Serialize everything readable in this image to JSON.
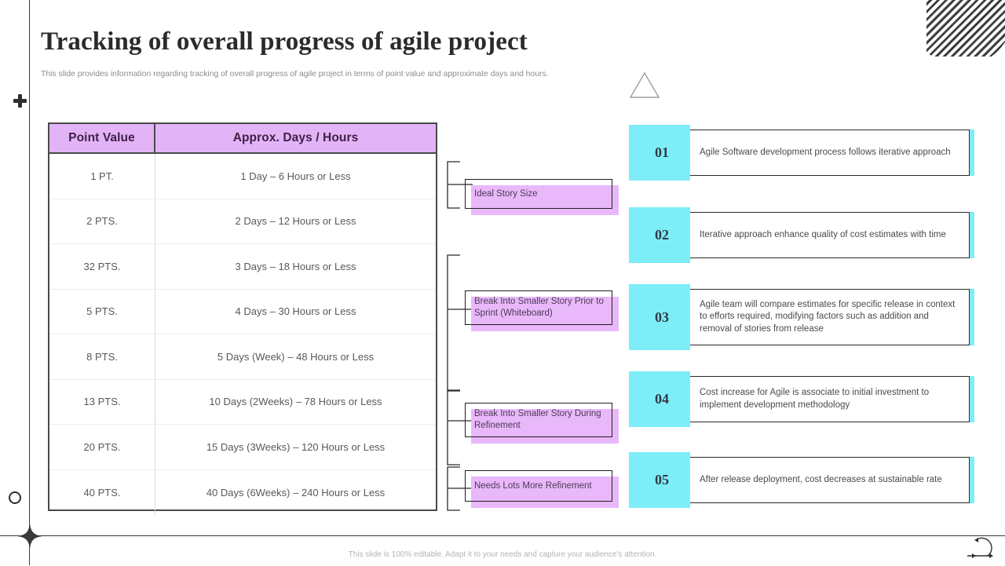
{
  "header": {
    "title": "Tracking of overall progress of agile project",
    "subtitle": "This slide provides information regarding tracking of overall progress of agile project in terms of point value and approximate days and hours."
  },
  "footer": {
    "note": "This slide is 100% editable. Adapt it to your needs and capture your audience's attention."
  },
  "colors": {
    "purple_header": "#e3b3f7",
    "purple_box": "#e9b8fb",
    "cyan": "#7deef7",
    "border_dark": "#4a4a4a",
    "text_body": "#595959"
  },
  "table": {
    "columns": [
      "Point Value",
      "Approx. Days / Hours"
    ],
    "rows": [
      {
        "point": "1 PT.",
        "duration": "1 Day – 6 Hours or Less"
      },
      {
        "point": "2 PTS.",
        "duration": "2 Days – 12 Hours or Less"
      },
      {
        "point": "32 PTS.",
        "duration": "3 Days – 18 Hours or Less"
      },
      {
        "point": "5 PTS.",
        "duration": "4 Days – 30 Hours or Less"
      },
      {
        "point": "8 PTS.",
        "duration": "5 Days (Week) – 48 Hours or Less"
      },
      {
        "point": "13 PTS.",
        "duration": "10 Days (2Weeks)  – 78 Hours or Less"
      },
      {
        "point": "20 PTS.",
        "duration": "15 Days (3Weeks) – 120 Hours or Less"
      },
      {
        "point": "40 PTS.",
        "duration": "40 Days (6Weeks) – 240 Hours or Less"
      }
    ]
  },
  "callouts": [
    {
      "label": "Ideal Story Size"
    },
    {
      "label": "Break Into Smaller Story Prior to Sprint (Whiteboard)"
    },
    {
      "label": "Break Into Smaller Story During Refinement"
    },
    {
      "label": "Needs Lots More Refinement"
    }
  ],
  "panels": [
    {
      "number": "01",
      "text": "Agile Software  development  process follows iterative  approach"
    },
    {
      "number": "02",
      "text": "Iterative  approach  enhance quality of cost estimates with time"
    },
    {
      "number": "03",
      "text": "Agile team will compare  estimates for  specific release in context to efforts required,  modifying  factors such as addition  and removal  of stories from release"
    },
    {
      "number": "04",
      "text": "Cost increase for Agile is associate to initial investment to implement development  methodology"
    },
    {
      "number": "05",
      "text": "After release  deployment,  cost decreases at sustainable rate"
    }
  ],
  "decorations": [
    {
      "name": "plus-icon"
    },
    {
      "name": "circle-icon"
    },
    {
      "name": "sparkle-icon"
    },
    {
      "name": "triangle-icon"
    },
    {
      "name": "refresh-loop-icon"
    },
    {
      "name": "striped-corner"
    }
  ]
}
